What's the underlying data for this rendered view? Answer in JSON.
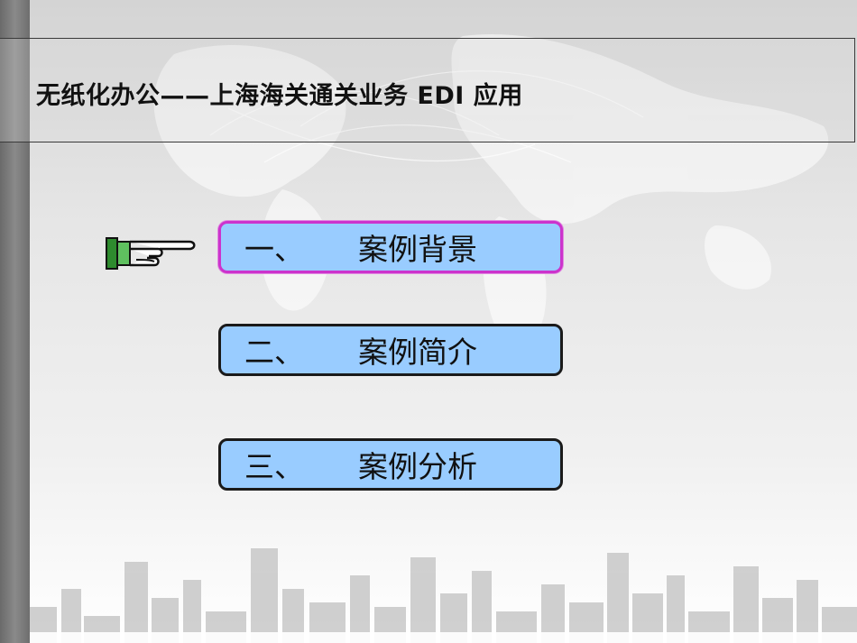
{
  "slide": {
    "title": "无纸化办公——上海海关通关业务 EDI 应用",
    "colors": {
      "button_fill": "#99ccff",
      "active_border": "#cc33cc",
      "pointer_green": "#33aa33"
    }
  },
  "menu": {
    "pointer_icon": "pointing-hand-icon",
    "active_index": 0,
    "items": [
      {
        "num": "一、",
        "label": "案例背景"
      },
      {
        "num": "二、",
        "label": "案例简介"
      },
      {
        "num": "三、",
        "label": "案例分析"
      }
    ]
  }
}
